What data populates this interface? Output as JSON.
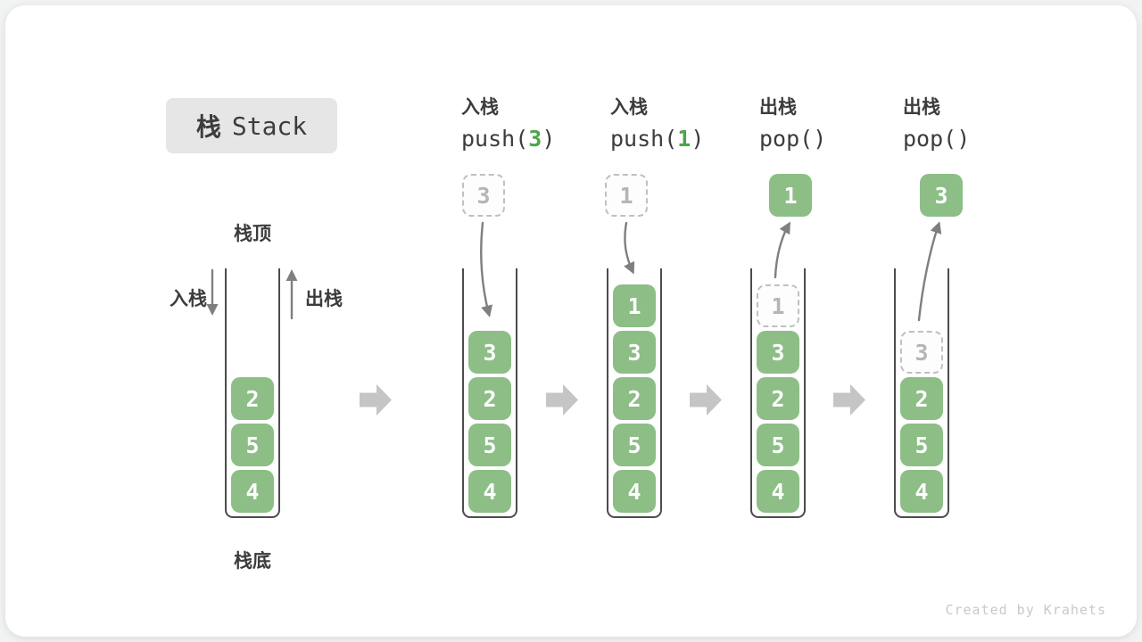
{
  "title": {
    "zh": "栈",
    "en": "Stack"
  },
  "labels": {
    "stack_top": "栈顶",
    "stack_bottom": "栈底",
    "push": "入栈",
    "pop": "出栈"
  },
  "operations": [
    {
      "label": "入栈",
      "code_pre": "push(",
      "code_arg": "3",
      "code_post": ")"
    },
    {
      "label": "入栈",
      "code_pre": "push(",
      "code_arg": "1",
      "code_post": ")"
    },
    {
      "label": "出栈",
      "code_pre": "pop(",
      "code_arg": "",
      "code_post": ")"
    },
    {
      "label": "出栈",
      "code_pre": "pop(",
      "code_arg": "",
      "code_post": ")"
    }
  ],
  "states": [
    {
      "name": "initial",
      "boxes": [
        {
          "slot": 2,
          "value": "2"
        },
        {
          "slot": 3,
          "value": "5"
        },
        {
          "slot": 4,
          "value": "4"
        }
      ]
    },
    {
      "name": "after-push-3",
      "arrow": "push",
      "floating": {
        "style": "dashed",
        "value": "3"
      },
      "boxes": [
        {
          "slot": 1,
          "value": "3"
        },
        {
          "slot": 2,
          "value": "2"
        },
        {
          "slot": 3,
          "value": "5"
        },
        {
          "slot": 4,
          "value": "4"
        }
      ]
    },
    {
      "name": "after-push-1",
      "arrow": "push",
      "floating": {
        "style": "dashed",
        "value": "1"
      },
      "boxes": [
        {
          "slot": 0,
          "value": "1"
        },
        {
          "slot": 1,
          "value": "3"
        },
        {
          "slot": 2,
          "value": "2"
        },
        {
          "slot": 3,
          "value": "5"
        },
        {
          "slot": 4,
          "value": "4"
        }
      ]
    },
    {
      "name": "after-pop-1",
      "arrow": "pop",
      "floating": {
        "style": "solid",
        "value": "1"
      },
      "ghost": {
        "slot": 0,
        "value": "1"
      },
      "boxes": [
        {
          "slot": 1,
          "value": "3"
        },
        {
          "slot": 2,
          "value": "2"
        },
        {
          "slot": 3,
          "value": "5"
        },
        {
          "slot": 4,
          "value": "4"
        }
      ]
    },
    {
      "name": "after-pop-3",
      "arrow": "pop",
      "floating": {
        "style": "solid",
        "value": "3"
      },
      "ghost": {
        "slot": 1,
        "value": "3"
      },
      "boxes": [
        {
          "slot": 2,
          "value": "2"
        },
        {
          "slot": 3,
          "value": "5"
        },
        {
          "slot": 4,
          "value": "4"
        }
      ]
    }
  ],
  "watermark": "Created by Krahets",
  "colors": {
    "box_green": "#8cbe86",
    "code_green": "#4ea44b",
    "arrow_gray": "#7f7f7f",
    "block_arrow_gray": "#c5c5c5",
    "ghost_border": "#c0c0c0",
    "ghost_text": "#b5b5b5",
    "text_dark": "#3c3c3c",
    "title_bg": "#e6e6e6",
    "wall_gray": "#4c4c4c",
    "watermark_gray": "#c9c9c9"
  }
}
